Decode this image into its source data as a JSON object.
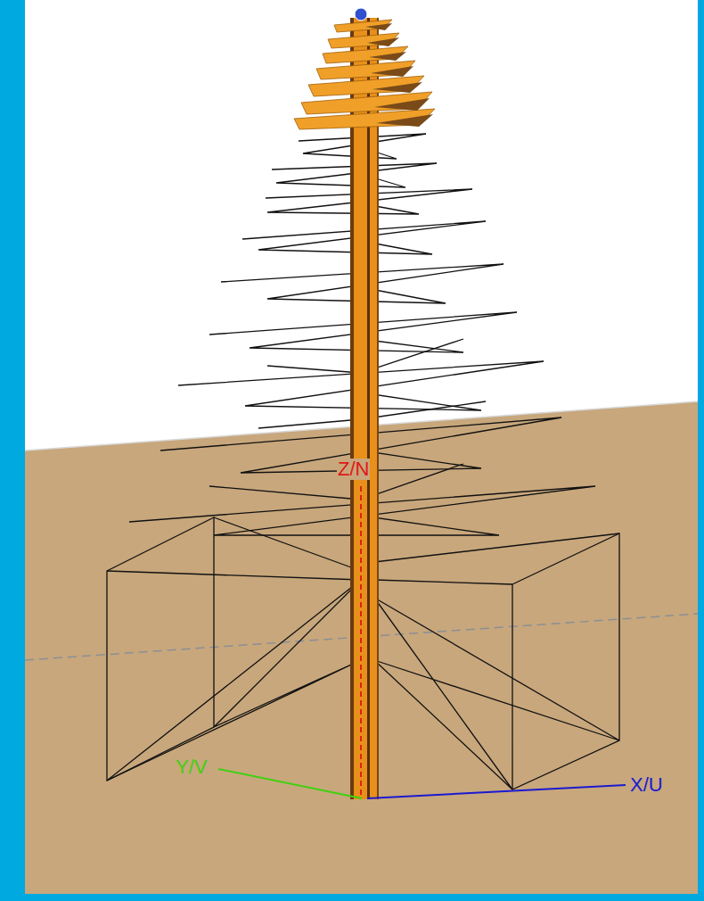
{
  "diagram": {
    "labels": [
      "Z/N",
      "Y/V",
      "X/U"
    ]
  }
}
